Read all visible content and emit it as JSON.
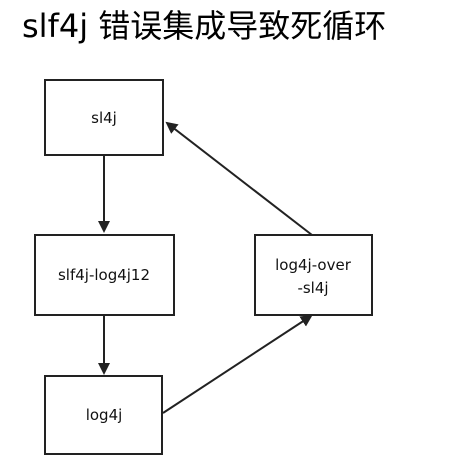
{
  "title": "slf4j 错误集成导致死循环",
  "nodes": {
    "sl4j": {
      "label": "sl4j"
    },
    "slf4j_log4j12": {
      "label": "slf4j-log4j12"
    },
    "log4j": {
      "label": "log4j"
    },
    "log4j_over_sl4j": {
      "line1": "log4j-over",
      "line2": "-sl4j"
    }
  },
  "edges": [
    {
      "from": "sl4j",
      "to": "slf4j-log4j12"
    },
    {
      "from": "slf4j-log4j12",
      "to": "log4j"
    },
    {
      "from": "log4j",
      "to": "log4j-over-sl4j"
    },
    {
      "from": "log4j-over-sl4j",
      "to": "sl4j"
    }
  ],
  "colors": {
    "stroke": "#222222",
    "background": "#ffffff"
  }
}
